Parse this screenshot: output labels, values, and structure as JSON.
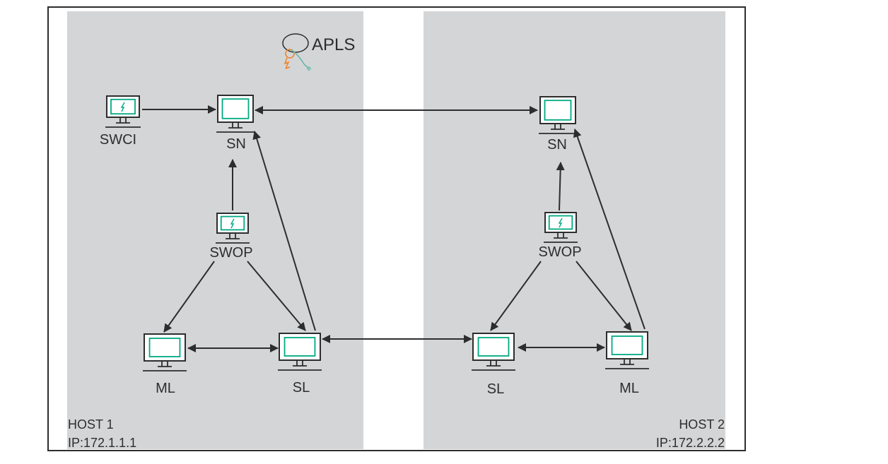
{
  "colors": {
    "panel": "#d4d5d7",
    "frame": "#2d2d2d",
    "screen": "#01a982",
    "edge": "#2d2d2d",
    "apls_orange": "#f08020",
    "apls_teal": "#5fb8a8"
  },
  "apls": {
    "label": "APLS"
  },
  "hosts": [
    {
      "name": "HOST 1",
      "ip": "IP:172.1.1.1"
    },
    {
      "name": "HOST 2",
      "ip": "IP:172.2.2.2"
    }
  ],
  "nodes": {
    "swci": {
      "label": "SWCI",
      "icon": "lightning-monitor-icon"
    },
    "sn1": {
      "label": "SN",
      "icon": "monitor-icon"
    },
    "swop1": {
      "label": "SWOP",
      "icon": "lightning-monitor-icon"
    },
    "ml1": {
      "label": "ML",
      "icon": "monitor-icon"
    },
    "sl1": {
      "label": "SL",
      "icon": "monitor-icon"
    },
    "sn2": {
      "label": "SN",
      "icon": "monitor-icon"
    },
    "swop2": {
      "label": "SWOP",
      "icon": "lightning-monitor-icon"
    },
    "sl2": {
      "label": "SL",
      "icon": "monitor-icon"
    },
    "ml2": {
      "label": "ML",
      "icon": "monitor-icon"
    }
  },
  "edges": [
    {
      "from": "swci",
      "to": "sn1",
      "direction": "forward"
    },
    {
      "from": "sn1",
      "to": "sn2",
      "direction": "both"
    },
    {
      "from": "swop1",
      "to": "sn1",
      "direction": "forward"
    },
    {
      "from": "sl1",
      "to": "sn1",
      "direction": "forward"
    },
    {
      "from": "swop1",
      "to": "ml1",
      "direction": "forward"
    },
    {
      "from": "swop1",
      "to": "sl1",
      "direction": "forward"
    },
    {
      "from": "ml1",
      "to": "sl1",
      "direction": "both"
    },
    {
      "from": "sl1",
      "to": "sl2",
      "direction": "both"
    },
    {
      "from": "swop2",
      "to": "sn2",
      "direction": "forward"
    },
    {
      "from": "ml2",
      "to": "sn2",
      "direction": "forward"
    },
    {
      "from": "swop2",
      "to": "sl2",
      "direction": "forward"
    },
    {
      "from": "swop2",
      "to": "ml2",
      "direction": "forward"
    },
    {
      "from": "sl2",
      "to": "ml2",
      "direction": "both"
    }
  ]
}
